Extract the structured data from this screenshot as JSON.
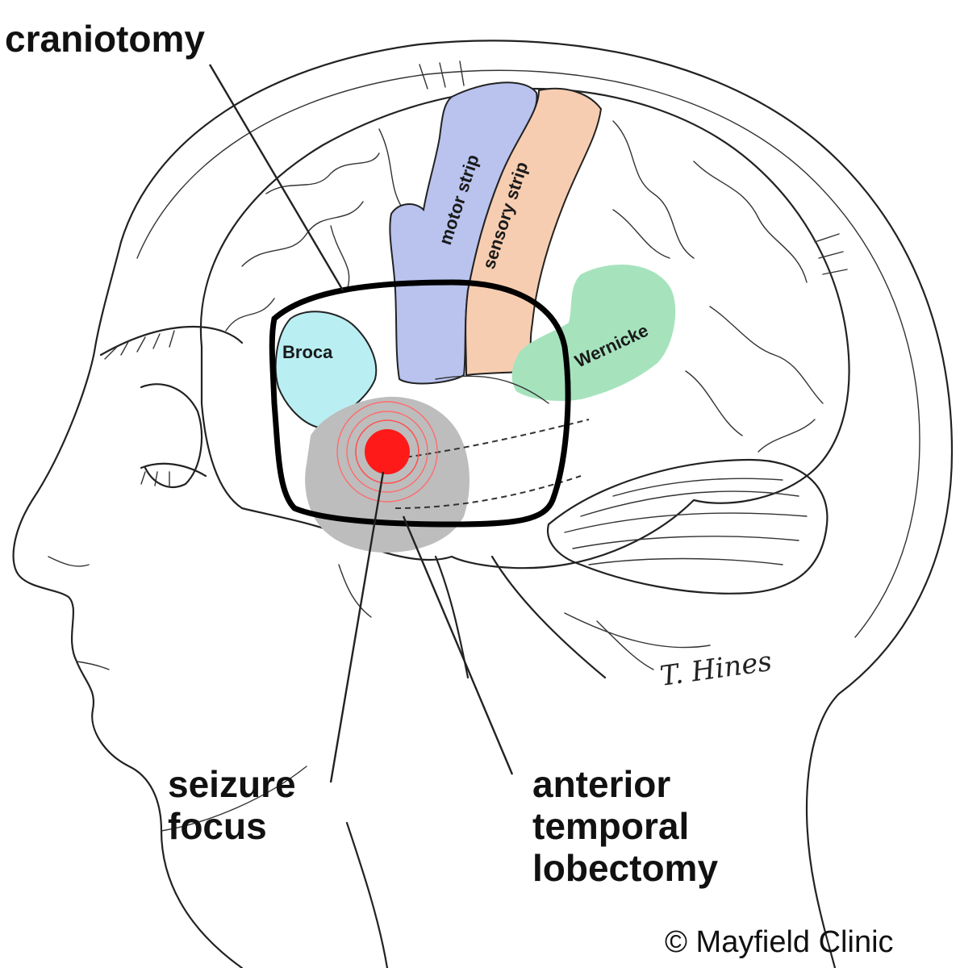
{
  "labels": {
    "craniotomy": "craniotomy",
    "seizure_focus_line1": "seizure",
    "seizure_focus_line2": "focus",
    "lobectomy_line1": "anterior",
    "lobectomy_line2": "temporal",
    "lobectomy_line3": "lobectomy",
    "broca": "Broca",
    "motor_strip": "motor strip",
    "sensory_strip": "sensory strip",
    "wernicke": "Wernicke",
    "credit": "© Mayfield Clinic",
    "signature": "T. Hines"
  },
  "colors": {
    "motor_strip": "#b9c3ee",
    "sensory_strip": "#f7cdb1",
    "broca": "#b9eff3",
    "wernicke": "#a6e3bd",
    "temporal_lobe": "#bdbdbd",
    "seizure_focus": "#ff1a1a",
    "outline": "#222222",
    "craniotomy_frame": "#000000"
  },
  "icons": {
    "seizure_focus": "concentric-rings-dot"
  }
}
